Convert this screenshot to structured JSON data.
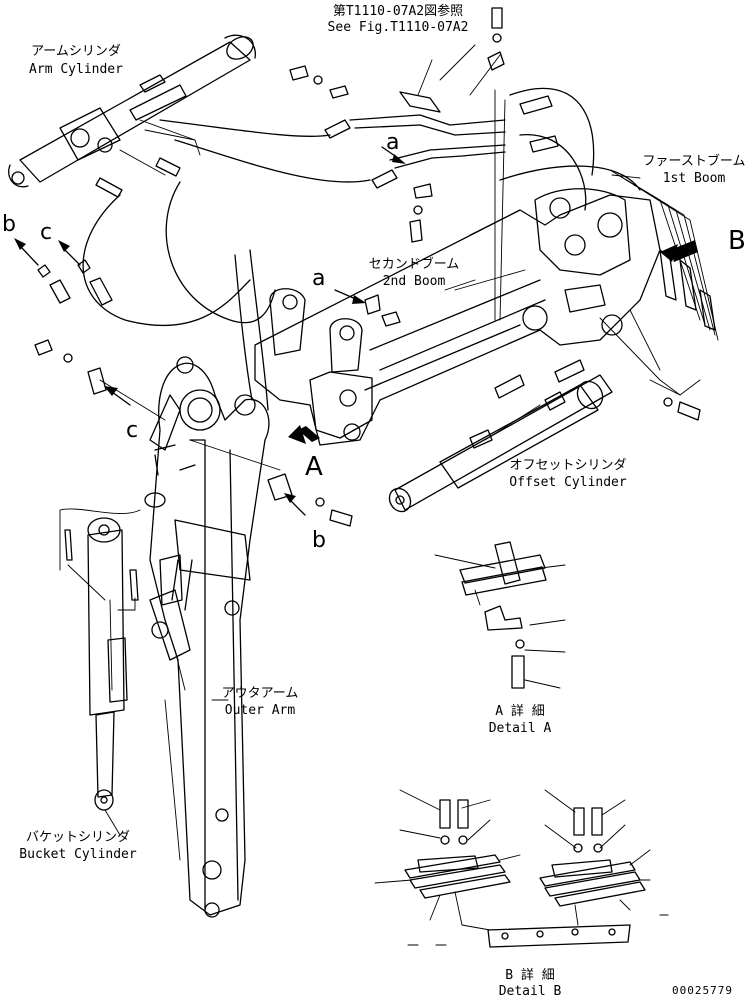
{
  "labels": {
    "ref_ja": "第T1110-07A2図参照",
    "ref_en": "See Fig.T1110-07A2",
    "arm_cyl_ja": "アームシリンダ",
    "arm_cyl_en": "Arm Cylinder",
    "first_boom_ja": "ファーストブーム",
    "first_boom_en": "1st Boom",
    "second_boom_ja": "セカンドブーム",
    "second_boom_en": "2nd Boom",
    "offset_cyl_ja": "オフセットシリンダ",
    "offset_cyl_en": "Offset Cylinder",
    "outer_arm_ja": "アウタアーム",
    "outer_arm_en": "Outer Arm",
    "bucket_cyl_ja": "バケットシリンダ",
    "bucket_cyl_en": "Bucket Cylinder",
    "detail_a_ja": "A 詳 細",
    "detail_a_en": "Detail A",
    "detail_b_ja": "B 詳 細",
    "detail_b_en": "Detail B"
  },
  "callouts": {
    "a1": "a",
    "a2": "a",
    "b1": "b",
    "b2": "b",
    "c1": "c",
    "c2": "c",
    "view_a": "A",
    "view_b": "B"
  },
  "drawing_number": "00025779"
}
